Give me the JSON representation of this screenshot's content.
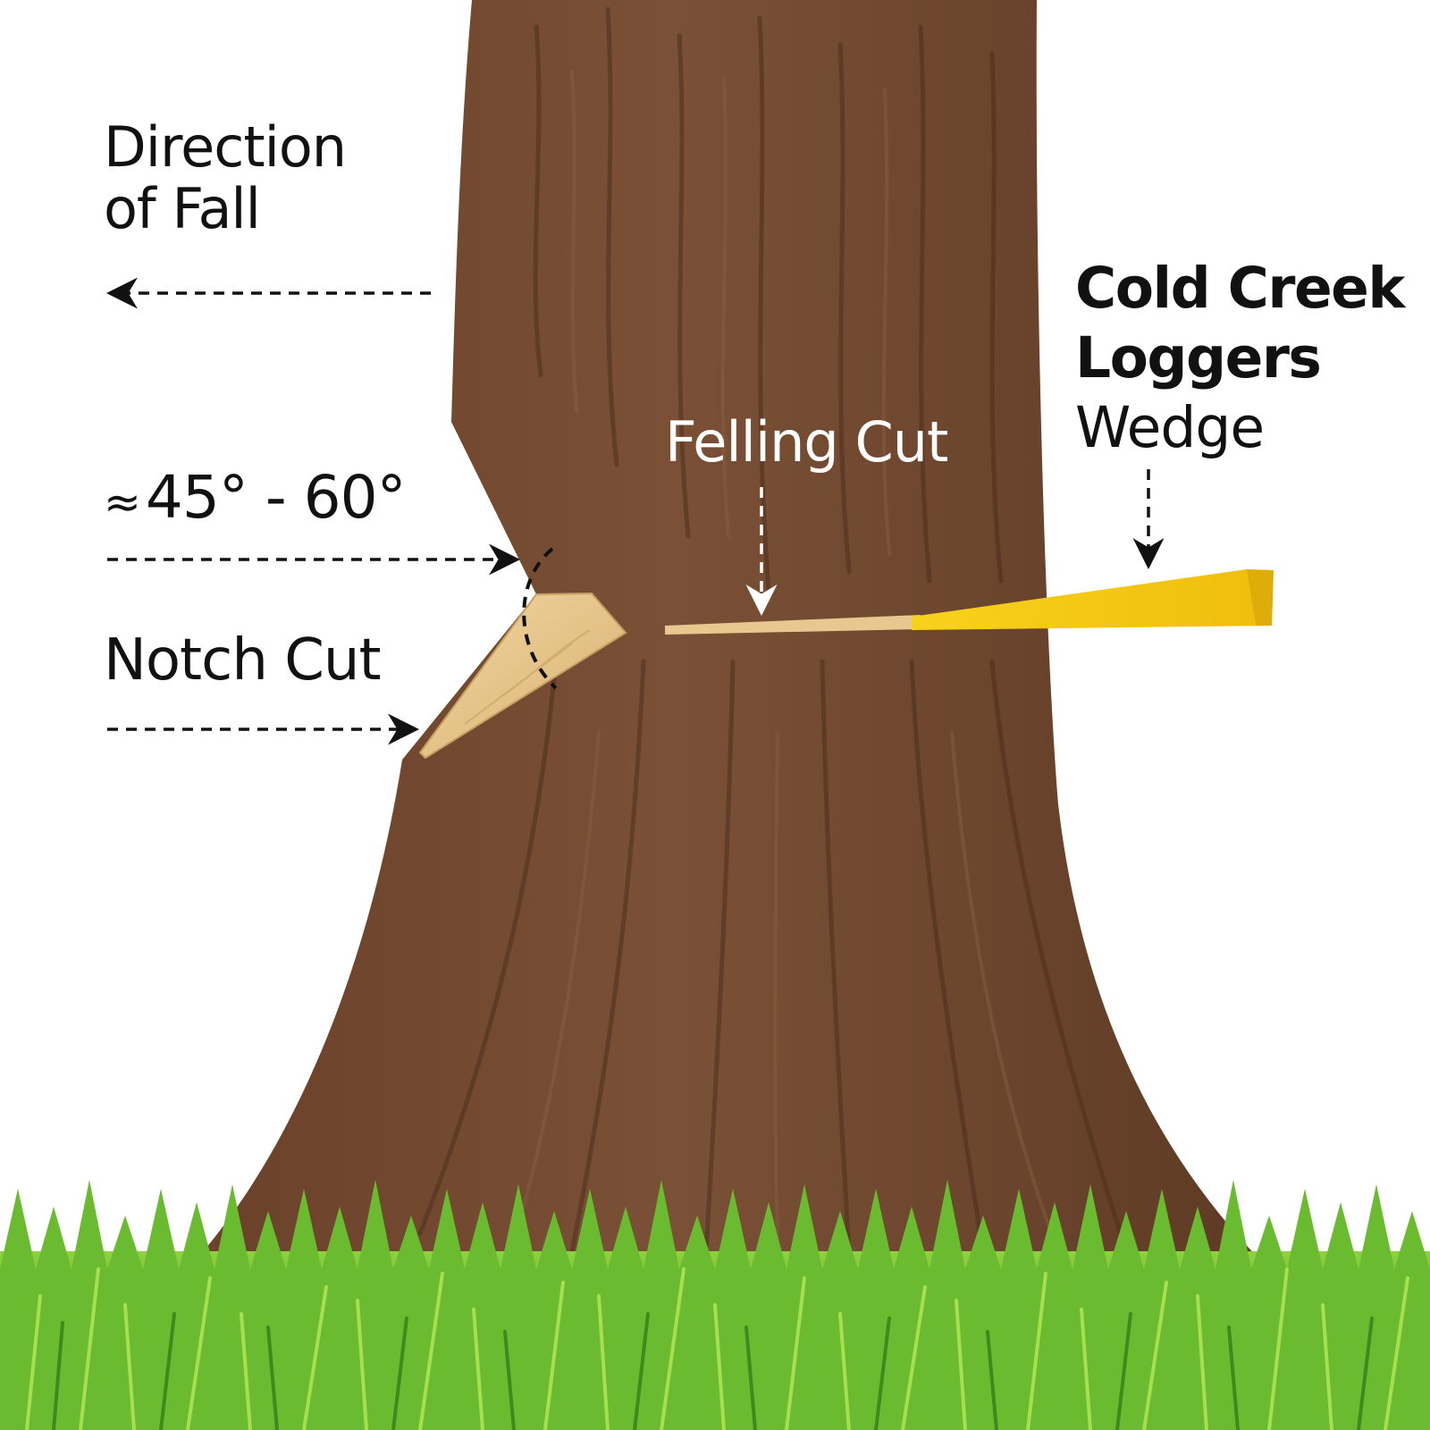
{
  "labels": {
    "direction_line1": "Direction",
    "direction_line2": "of Fall",
    "angle_symbol": "≈",
    "angle_range": "45° - 60°",
    "notch_cut": "Notch Cut",
    "felling_cut": "Felling Cut",
    "brand_line1": "Cold Creek",
    "brand_line2": "Loggers",
    "brand_line3": "Wedge"
  },
  "colors": {
    "bark": "#6b4630",
    "bark_dark": "#4f3220",
    "notch_wood": "#e8c88f",
    "wedge": "#f5cc16",
    "grass": "#5fae2a",
    "grass_light": "#9bd845",
    "text": "#111111"
  },
  "icons": {
    "fall_arrow": "arrow-left-icon",
    "angle_arrow": "arrow-right-icon",
    "notch_arrow": "arrow-right-icon",
    "felling_arrow": "arrow-down-icon",
    "wedge_arrow": "arrow-down-icon"
  }
}
